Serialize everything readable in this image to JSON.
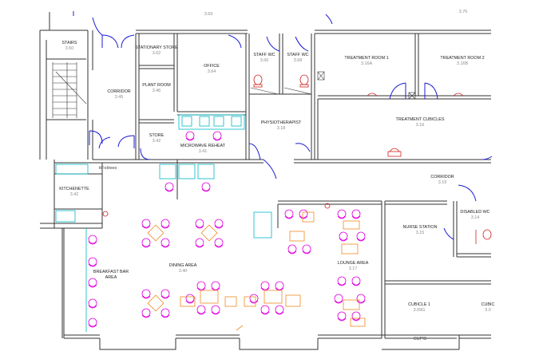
{
  "rooms": [
    {
      "name": "STAIRS",
      "number": "3.50"
    },
    {
      "name": "STATIONARY STORE",
      "number": "3.62"
    },
    {
      "name": "CORRIDOR",
      "number": "3.45"
    },
    {
      "name": "PLANT ROOM",
      "number": "3.46"
    },
    {
      "name": "OFFICE",
      "number": "3.64"
    },
    {
      "name": "STAFF WC",
      "number": "3.66"
    },
    {
      "name": "STAFF WC",
      "number": "3.68"
    },
    {
      "name": "TREATMENT ROOM 1",
      "number": "3.16A"
    },
    {
      "name": "TREATMENT ROOM 2",
      "number": "3.16B"
    },
    {
      "name": "TREATMENT CUBICLES",
      "number": "3.16"
    },
    {
      "name": "PHYSIOTHERAPIST",
      "number": "3.18"
    },
    {
      "name": "STORE",
      "number": "3.42"
    },
    {
      "name": "MICROWAVE REHEAT",
      "number": "3.41"
    },
    {
      "name": "KITCHENETTE",
      "number": "3.42"
    },
    {
      "name": "CORRIDOR",
      "number": "3.19"
    },
    {
      "name": "DISABLED WC",
      "number": "3.14"
    },
    {
      "name": "NURSE STATION",
      "number": "3.15"
    },
    {
      "name": "DINING AREA",
      "number": "3.40"
    },
    {
      "name": "BREAKFAST BAR AREA",
      "number": ""
    },
    {
      "name": "LOUNGE AREA",
      "number": "3.17"
    },
    {
      "name": "CUBICLE 1",
      "number": "3.09G"
    },
    {
      "name": "CUBIC",
      "number": "3.0"
    }
  ],
  "extra_numbers": [
    "3.69",
    "3.76"
  ],
  "labels": {
    "hf": "HFoHeeo",
    "cupd": "CUP'D"
  },
  "colors": {
    "wall": "#333333",
    "door": "#1c1cd6",
    "chair": "#e000e0",
    "table": "#f08a24",
    "fixture": "#00b7c7",
    "sanitary": "#d0201e"
  }
}
